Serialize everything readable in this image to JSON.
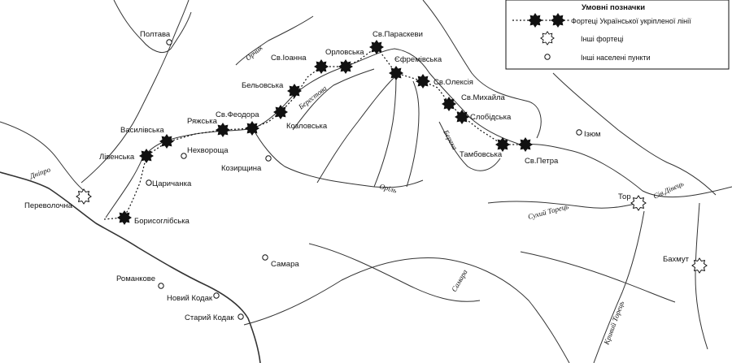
{
  "legend": {
    "title": "Умовні позначки",
    "fortress_line": "Фортеці Української укріпленої лінії",
    "other_fortresses": "Інші фортеці",
    "other_settlements": "Інші населені пункти"
  },
  "line_fortresses": [
    "Борисоглібська",
    "Лівенська",
    "Василівська",
    "Ряжська",
    "Св.Феодора",
    "Козловська",
    "Бельовська",
    "Св.Іоанна",
    "Орловська",
    "Св.Параскеви",
    "Єфремівська",
    "Св.Олексія",
    "Св.Михайла",
    "Слобідська",
    "Тамбовська",
    "Св.Петра"
  ],
  "other_fortresses": [
    "Переволочна",
    "Тор",
    "Бахмут"
  ],
  "settlements": [
    "Полтава",
    "Нехвороща",
    "Царичанка",
    "Козирщина",
    "Самара",
    "Романкове",
    "Новий Кодак",
    "Старий Кодак",
    "Ізюм"
  ],
  "rivers": [
    "Дніпро",
    "Оріль",
    "Орчик",
    "Берестова",
    "Берека",
    "Сухий Торець",
    "Сів.Дінець",
    "Самара",
    "Кривий Торець"
  ],
  "colors": {
    "ink": "#111111",
    "river": "#333333",
    "background": "#ffffff"
  }
}
